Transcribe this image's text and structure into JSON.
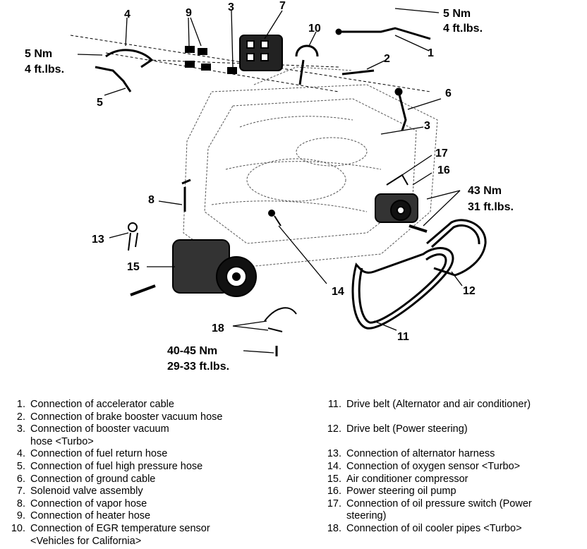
{
  "callouts": {
    "c1": "1",
    "c2": "2",
    "c3a": "3",
    "c3b": "3",
    "c4": "4",
    "c5": "5",
    "c6": "6",
    "c7": "7",
    "c8": "8",
    "c9": "9",
    "c10": "10",
    "c11": "11",
    "c12": "12",
    "c13": "13",
    "c14": "14",
    "c15": "15",
    "c16": "16",
    "c17": "17",
    "c18": "18"
  },
  "torques": {
    "t_top_right": {
      "nm": "5 Nm",
      "ftlbs": "4 ft.lbs."
    },
    "t_left": {
      "nm": "5 Nm",
      "ftlbs": "4 ft.lbs."
    },
    "t_pump": {
      "nm": "43 Nm",
      "ftlbs": "31 ft.lbs."
    },
    "t_bottom": {
      "nm": "40-45 Nm",
      "ftlbs": "29-33 ft.lbs."
    }
  },
  "legend": {
    "left": [
      {
        "num": "1.",
        "text": "Connection of accelerator cable"
      },
      {
        "num": "2.",
        "text": "Connection of brake booster vacuum hose"
      },
      {
        "num": "3.",
        "text": "Connection of booster vacuum",
        "text2": "hose <Turbo>"
      },
      {
        "num": "4.",
        "text": "Connection of fuel return hose"
      },
      {
        "num": "5.",
        "text": "Connection of fuel high pressure hose"
      },
      {
        "num": "6.",
        "text": "Connection of ground cable"
      },
      {
        "num": "7.",
        "text": "Solenoid valve assembly"
      },
      {
        "num": "8.",
        "text": "Connection of vapor hose"
      },
      {
        "num": "9.",
        "text": "Connection of heater hose"
      },
      {
        "num": "10.",
        "text": "Connection of EGR temperature sensor",
        "text2": "<Vehicles for California>"
      }
    ],
    "right": [
      {
        "num": "11.",
        "text": "Drive belt (Alternator and air conditioner)"
      },
      {
        "num": "12.",
        "text": "Drive belt (Power steering)"
      },
      {
        "num": "13.",
        "text": "Connection of alternator harness"
      },
      {
        "num": "14.",
        "text": "Connection of oxygen sensor <Turbo>"
      },
      {
        "num": "15.",
        "text": "Air conditioner compressor"
      },
      {
        "num": "16.",
        "text": "Power steering oil pump"
      },
      {
        "num": "17.",
        "text": "Connection of oil pressure switch (Power",
        "text2": "steering)"
      },
      {
        "num": "18.",
        "text": "Connection of oil cooler pipes <Turbo>"
      }
    ]
  }
}
